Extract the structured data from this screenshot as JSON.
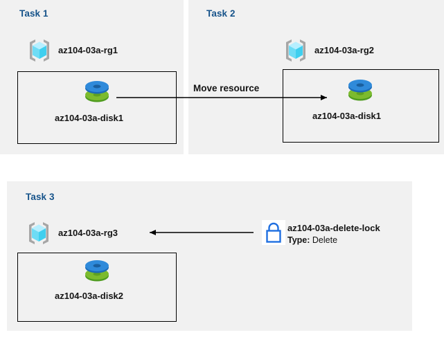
{
  "diagram": {
    "title": "Azure resource group tasks diagram",
    "background": "#ffffff",
    "panel_color": "#f1f1f1",
    "title_color": "#16538a",
    "stroke_color": "#000000",
    "lock_color": "#1f6fe0"
  },
  "panels": [
    {
      "id": "task1",
      "title": "Task 1",
      "resource_group": {
        "label": "az104-03a-rg1",
        "icon": "resource-group-icon"
      },
      "resource": {
        "label": "az104-03a-disk1",
        "icon": "managed-disk-icon"
      }
    },
    {
      "id": "task2",
      "title": "Task 2",
      "resource_group": {
        "label": "az104-03a-rg2",
        "icon": "resource-group-icon"
      },
      "resource": {
        "label": "az104-03a-disk1",
        "icon": "managed-disk-icon"
      }
    },
    {
      "id": "task3",
      "title": "Task 3",
      "resource_group": {
        "label": "az104-03a-rg3",
        "icon": "resource-group-icon"
      },
      "resource": {
        "label": "az104-03a-disk2",
        "icon": "managed-disk-icon"
      },
      "lock": {
        "icon": "lock-icon",
        "name": "az104-03a-delete-lock",
        "type_label": "Type:",
        "type_value": "Delete"
      }
    }
  ],
  "connectors": [
    {
      "id": "move-resource-arrow",
      "label": "Move resource",
      "direction": "right"
    },
    {
      "id": "lock-applies-arrow",
      "label": "",
      "direction": "left"
    }
  ]
}
